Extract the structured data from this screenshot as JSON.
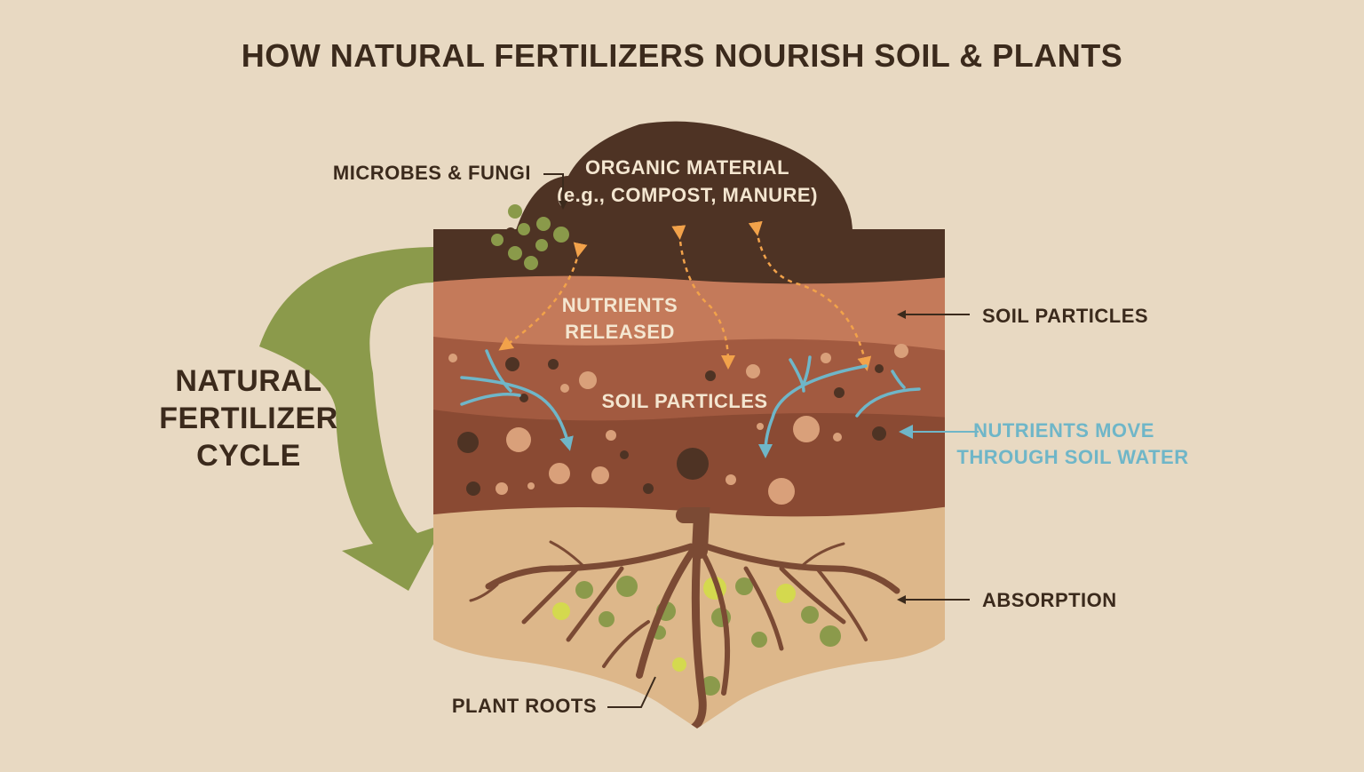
{
  "title": "HOW NATURAL FERTILIZERS NOURISH SOIL & PLANTS",
  "labels": {
    "organic_material_line1": "ORGANIC MATERIAL",
    "organic_material_line2": "(e.g., COMPOST, MANURE)",
    "microbes": "MICROBES & FUNGI",
    "nutrients_released_line1": "NUTRIENTS",
    "nutrients_released_line2": "RELEASED",
    "soil_particles_inner": "SOIL PARTICLES",
    "soil_particles_right": "SOIL PARTICLES",
    "nutrients_move_line1": "NUTRIENTS MOVE",
    "nutrients_move_line2": "THROUGH SOIL WATER",
    "absorption": "ABSORPTION",
    "plant_roots": "PLANT ROOTS",
    "cycle_line1": "NATURAL",
    "cycle_line2": "FERTILIZER",
    "cycle_line3": "CYCLE"
  },
  "colors": {
    "background": "#e8d9c2",
    "title_text": "#3b2a1c",
    "organic_layer": "#4e3324",
    "topsoil": "#c47a5a",
    "mid_soil": "#a25a40",
    "deep_soil": "#8a4a33",
    "subsoil": "#ddb78a",
    "root": "#7b4a34",
    "cycle_arrow": "#8b9a4b",
    "microbes": "#8a9a4a",
    "nutrient_arrow": "#f2a24a",
    "water_arrow": "#6fb6c8",
    "water_text": "#6fb6c8",
    "label_light": "#f4e6d0",
    "label_dark": "#3b2a1c"
  }
}
